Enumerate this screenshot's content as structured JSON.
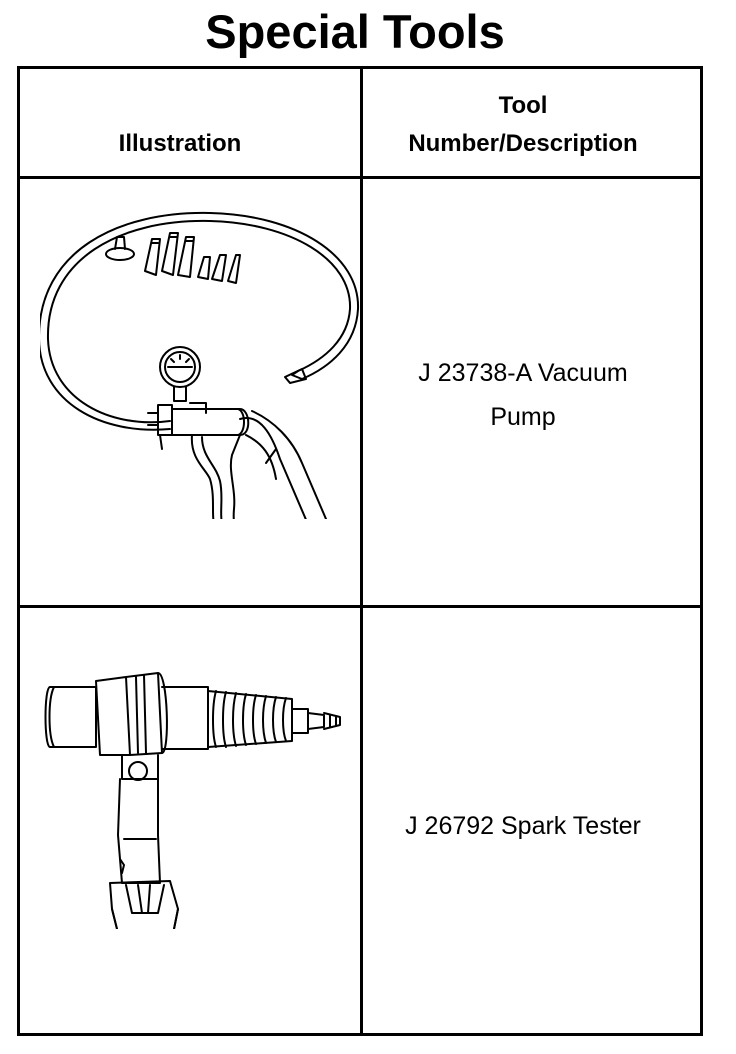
{
  "page": {
    "title": "Special Tools"
  },
  "table": {
    "headers": {
      "illustration": "Illustration",
      "tool_line1": "Tool",
      "tool_line2": "Number/Description"
    },
    "rows": [
      {
        "illustration_icon": "vacuum-pump-illustration",
        "description_line1": "J 23738-A Vacuum",
        "description_line2": "Pump"
      },
      {
        "illustration_icon": "spark-tester-illustration",
        "description_line1": "J 26792 Spark Tester",
        "description_line2": ""
      }
    ]
  }
}
